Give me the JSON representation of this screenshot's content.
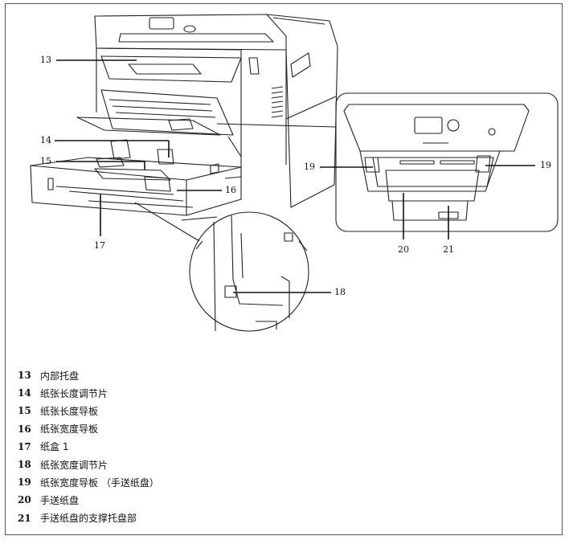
{
  "callouts": {
    "c13": "13",
    "c14": "14",
    "c15": "15",
    "c16": "16",
    "c17": "17",
    "c18": "18",
    "c19_left": "19",
    "c19_right": "19",
    "c20": "20",
    "c21": "21"
  },
  "legend": [
    {
      "num": "13",
      "text": "内部托盘"
    },
    {
      "num": "14",
      "text": "纸张长度调节片"
    },
    {
      "num": "15",
      "text": "纸张长度导板"
    },
    {
      "num": "16",
      "text": "纸张宽度导板"
    },
    {
      "num": "17",
      "text": "纸盒 1"
    },
    {
      "num": "18",
      "text": "纸张宽度调节片"
    },
    {
      "num": "19",
      "text": "纸张宽度导板 （手送纸盘）"
    },
    {
      "num": "20",
      "text": "手送纸盘"
    },
    {
      "num": "21",
      "text": "手送纸盘的支撑托盘部"
    }
  ]
}
